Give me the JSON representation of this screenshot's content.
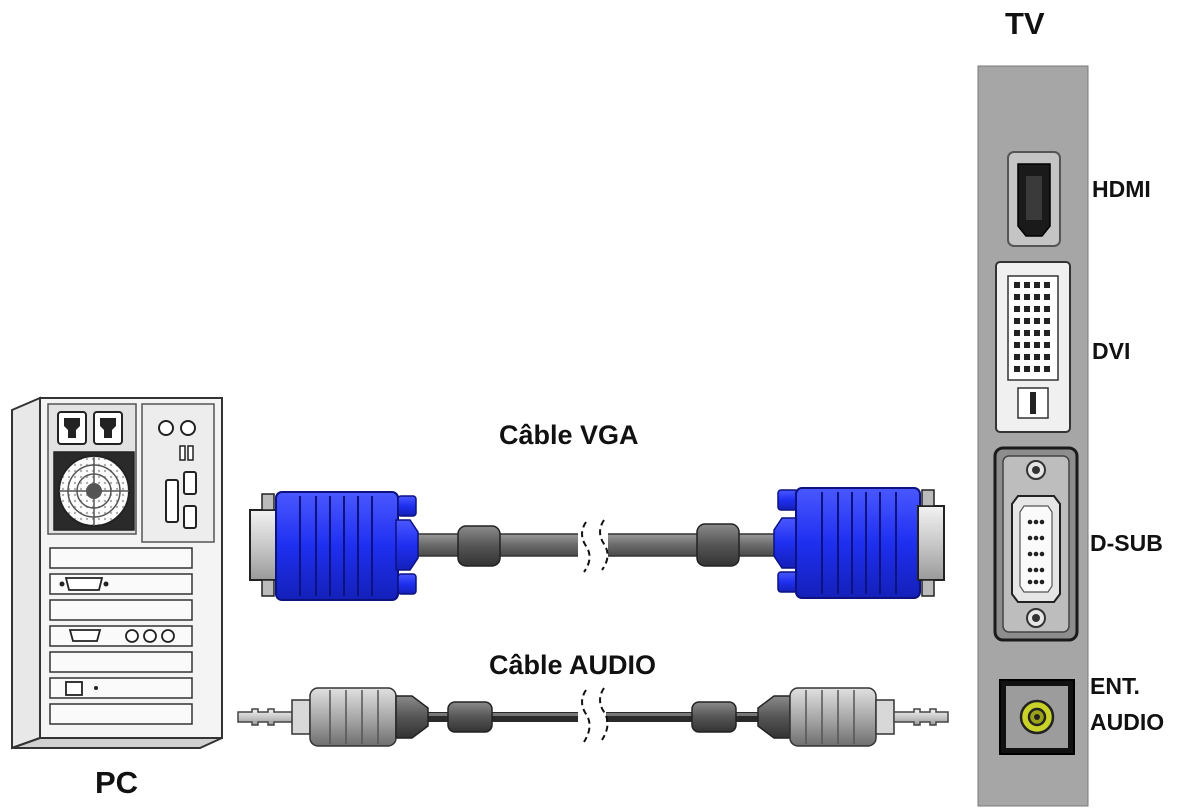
{
  "tv": {
    "title": "TV",
    "ports": {
      "hdmi": "HDMI",
      "dvi": "DVI",
      "dsub": "D-SUB",
      "audio_in_line1": "ENT.",
      "audio_in_line2": "AUDIO"
    }
  },
  "pc": {
    "title": "PC"
  },
  "cables": {
    "vga": "Câble VGA",
    "audio": "Câble AUDIO"
  },
  "colors": {
    "vga_connector": "#1f2ff0",
    "tv_panel": "#a6a6a6",
    "audio_jack": "#c8d228",
    "cable": "#707070"
  }
}
